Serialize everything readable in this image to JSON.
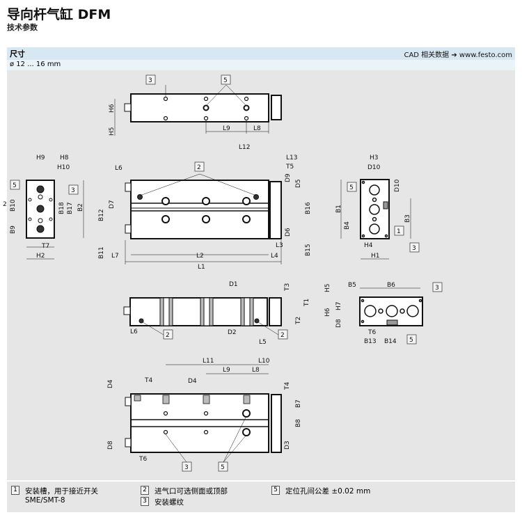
{
  "header": {
    "title": "导向杆气缸 DFM",
    "subtitle": "技术参数"
  },
  "section": {
    "title": "尺寸",
    "cad_link": "CAD 相关数据 ➔ www.festo.com",
    "diameter_range": "ø 12 ... 16 mm"
  },
  "callouts": {
    "c1": "1",
    "c2": "2",
    "c3": "3",
    "c5": "5",
    "side2": "2"
  },
  "labels": {
    "H6": "H6",
    "H5": "H5",
    "L9": "L9",
    "L8": "L8",
    "L6": "L6",
    "L12": "L12",
    "L13": "L13",
    "T5": "T5",
    "D9": "D9",
    "D5": "D5",
    "D7": "D7",
    "B12": "B12",
    "D6": "D6",
    "B16": "B16",
    "B15": "B15",
    "L3": "L3",
    "L4": "L4",
    "L7": "L7",
    "L2": "L2",
    "L1": "L1",
    "B11": "B11",
    "H9": "H9",
    "H8": "H8",
    "H10": "H10",
    "B10": "B10",
    "B9": "B9",
    "B18": "B18",
    "B17": "B17",
    "B2": "B2",
    "T7": "T7",
    "H2": "H2",
    "H3": "H3",
    "D10": "D10",
    "B1": "B1",
    "B4": "B4",
    "B3": "B3",
    "H4": "H4",
    "H1": "H1",
    "D1": "D1",
    "T3": "T3",
    "T1": "T1",
    "T2": "T2",
    "D2": "D2",
    "L5": "L5",
    "B5": "B5",
    "B6": "B6",
    "H7": "H7",
    "D8": "D8",
    "T6": "T6",
    "B13": "B13",
    "B14": "B14",
    "L11": "L11",
    "L10": "L10",
    "D4": "D4",
    "T4": "T4",
    "B7": "B7",
    "B8": "B8",
    "D3": "D3"
  },
  "legend": [
    {
      "num": "1",
      "text": "安装槽，用于接近开关",
      "text2": "SME/SMT-8"
    },
    {
      "num": "2",
      "text": "进气口可选侧面或顶部"
    },
    {
      "num": "3",
      "text": "安装螺纹"
    },
    {
      "num": "5",
      "text": "定位孔间公差 ±0.02 mm"
    }
  ]
}
